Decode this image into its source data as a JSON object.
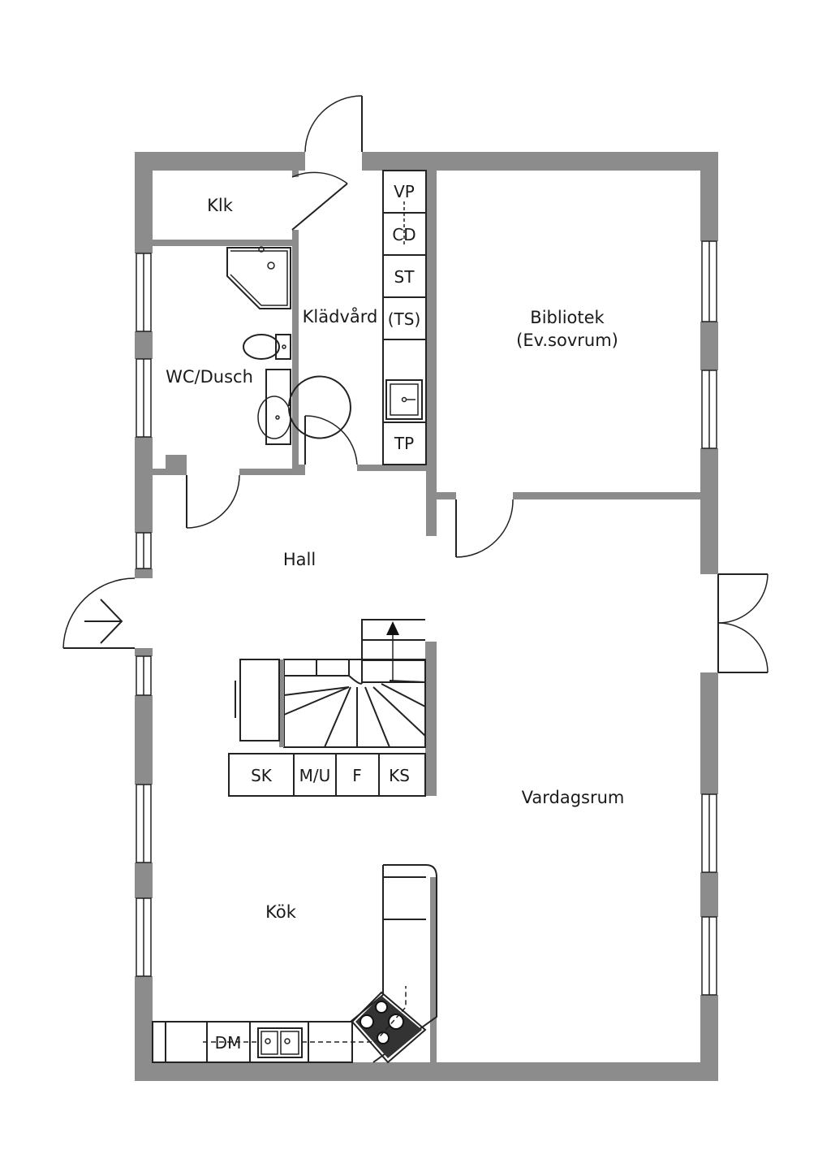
{
  "rooms": {
    "klk": "Klk",
    "wc": "WC/Dusch",
    "kladvard": "Klädvård",
    "bibliotek_line1": "Bibliotek",
    "bibliotek_line2": "(Ev.sovrum)",
    "hall": "Hall",
    "vardagsrum": "Vardagsrum",
    "kok": "Kök"
  },
  "closets": {
    "vp": "VP",
    "cd": "CD",
    "st": "ST",
    "ts": "(TS)",
    "tp": "TP",
    "sk": "SK",
    "mu": "M/U",
    "f": "F",
    "ks": "KS",
    "dm": "DM"
  },
  "colors": {
    "wall": "#8c8c8c",
    "line": "#222222"
  }
}
